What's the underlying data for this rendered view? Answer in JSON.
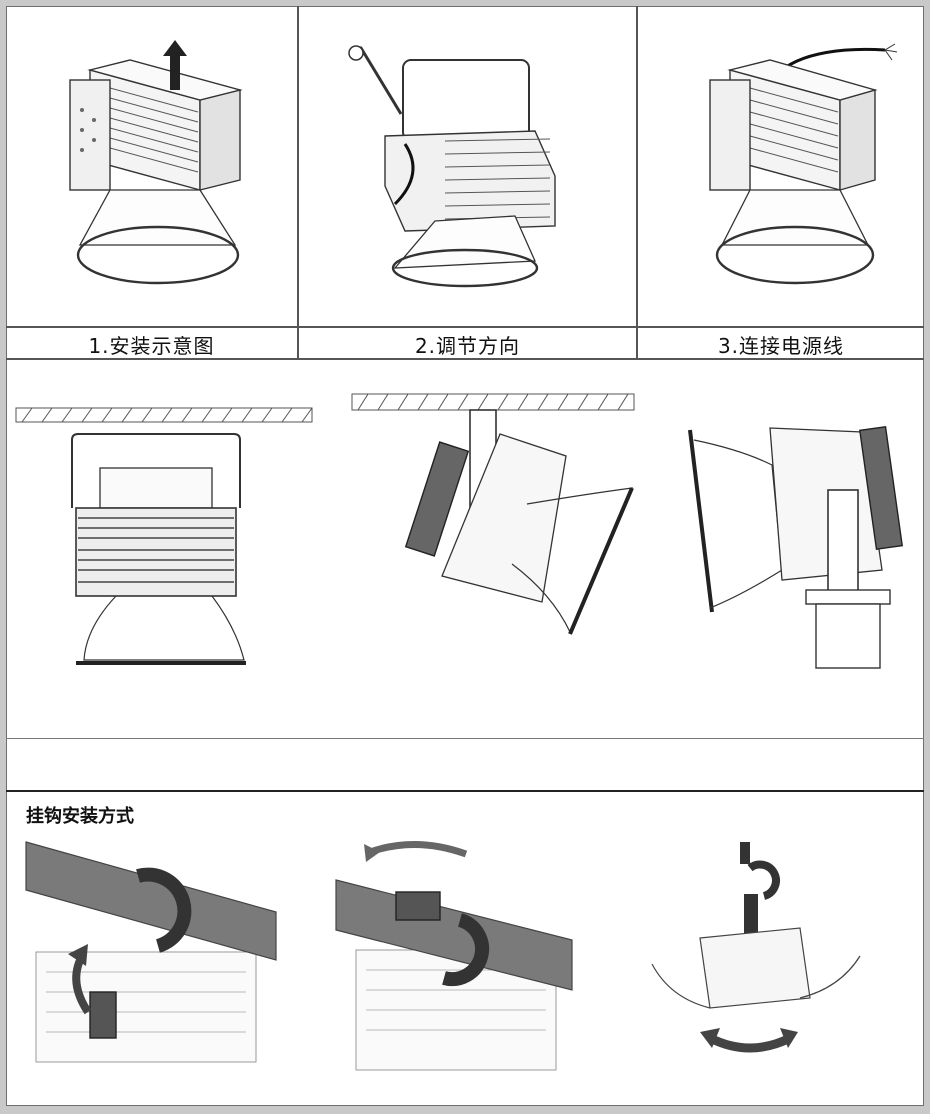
{
  "steps": [
    {
      "label": "1.安装示意图"
    },
    {
      "label": "2.调节方向"
    },
    {
      "label": "3.连接电源线"
    }
  ],
  "hook_section": {
    "title": "挂钩安装方式"
  },
  "colors": {
    "line": "#555555",
    "pipe": "#7a7a7a",
    "frame_bg": "#ffffff",
    "border_bg": "#c9c9c9"
  }
}
